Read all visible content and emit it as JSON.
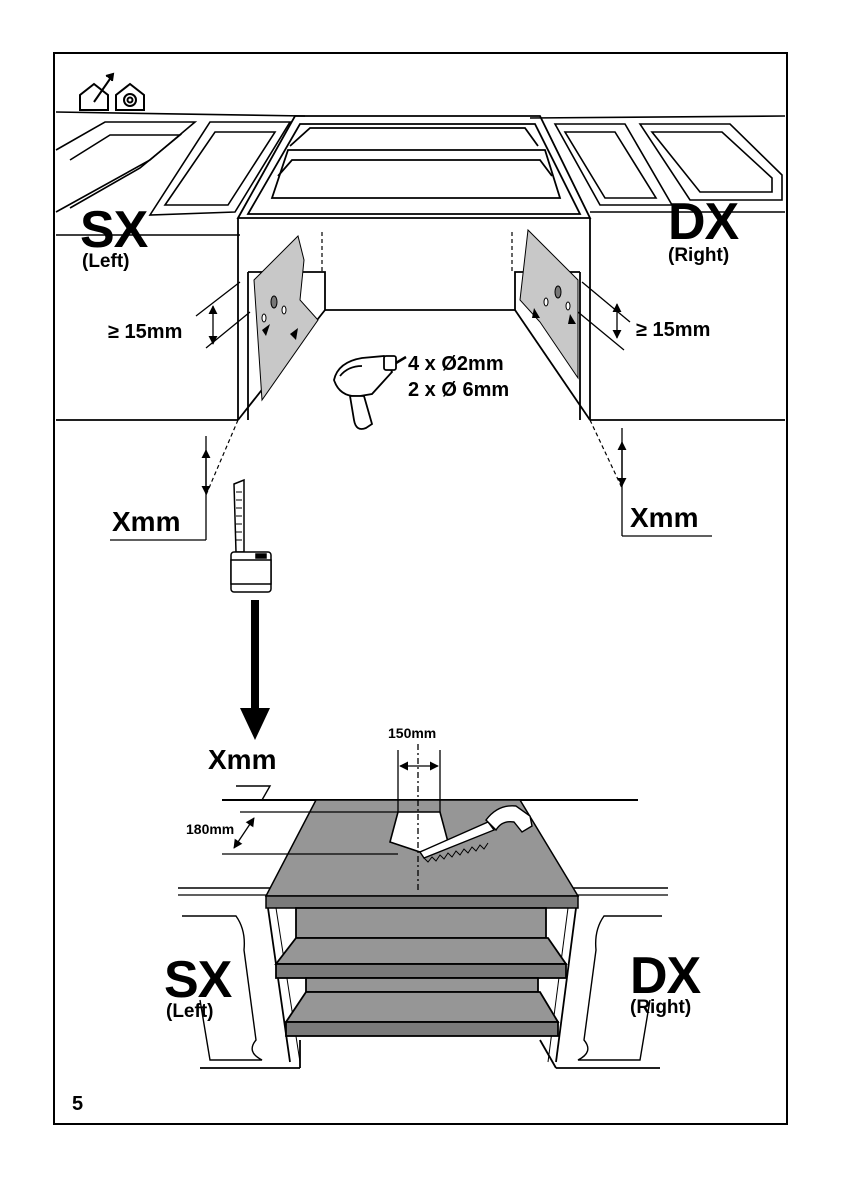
{
  "page_number": "5",
  "icons": {
    "extraction_mode": "house-arrow-up-icon",
    "recirculation_mode": "house-recirculation-icon"
  },
  "top": {
    "left_code": "SX",
    "left_name": "(Left)",
    "right_code": "DX",
    "right_name": "(Right)",
    "left_min_gap": "≥ 15mm",
    "right_min_gap": "≥ 15mm",
    "drill_spec_1": "4 x Ø2mm",
    "drill_spec_2": "2 x Ø 6mm",
    "left_measure": "Xmm",
    "right_measure": "Xmm"
  },
  "bottom": {
    "measure": "Xmm",
    "width": "150mm",
    "depth": "180mm",
    "left_code": "SX",
    "left_name": "(Left)",
    "right_code": "DX",
    "right_name": "(Right)"
  }
}
